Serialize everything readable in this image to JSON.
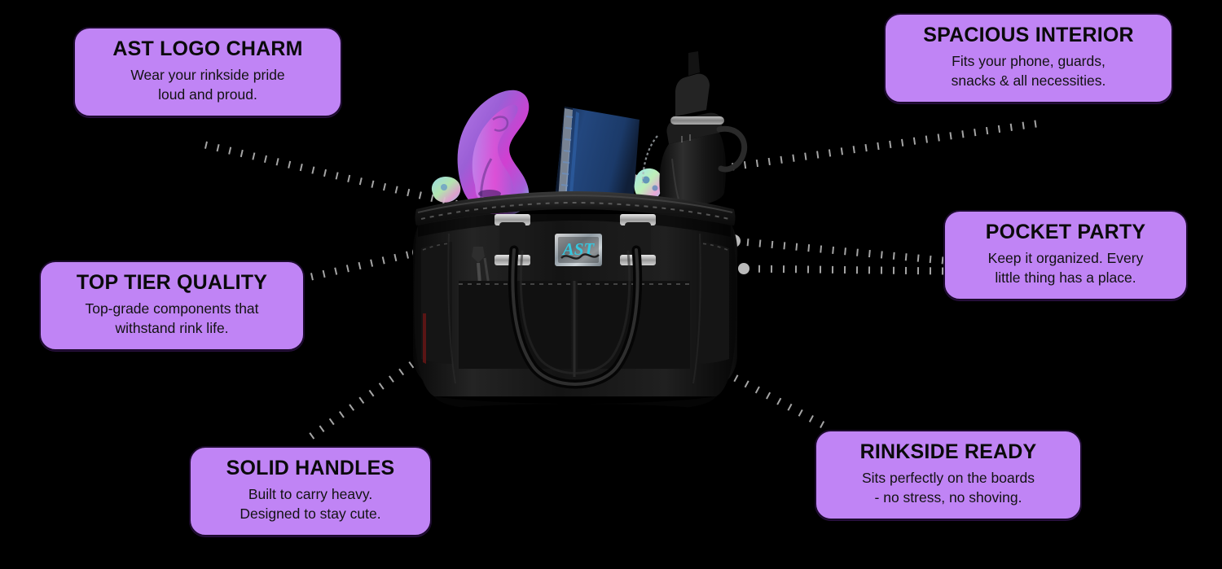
{
  "page": {
    "title": "Skate Bag Feature Infographic",
    "background_color": "#000000",
    "accent_color": "#c084f5",
    "connector_color": "#b3b3b3",
    "text_color": "#0a0a0a"
  },
  "callouts": [
    {
      "id": "ast-logo-charm",
      "title": "AST LOGO CHARM",
      "body_lines": [
        "Wear your rinkside pride",
        "loud and proud."
      ],
      "position": "top-left"
    },
    {
      "id": "spacious-interior",
      "title": "SPACIOUS INTERIOR",
      "body_lines": [
        "Fits your phone, guards,",
        "snacks & all necessities."
      ],
      "position": "top-right"
    },
    {
      "id": "pocket-party",
      "title": "POCKET PARTY",
      "body_lines": [
        "Keep it organized. Every",
        "little thing has a place."
      ],
      "position": "middle-right"
    },
    {
      "id": "top-tier-quality",
      "title": "TOP TIER QUALITY",
      "body_lines": [
        "Top-grade components that",
        "withstand rink life."
      ],
      "position": "middle-left"
    },
    {
      "id": "solid-handles",
      "title": "SOLID HANDLES",
      "body_lines": [
        "Built to carry heavy.",
        "Designed to stay cute."
      ],
      "position": "bottom-left"
    },
    {
      "id": "rinkside-ready",
      "title": "RINKSIDE READY",
      "body_lines": [
        "Sits perfectly on the boards",
        "- no stress, no shoving."
      ],
      "position": "bottom-right"
    }
  ],
  "product": {
    "name": "black skate tote bag",
    "logo_patch_text": "AST",
    "contents": [
      {
        "name": "purple skate guard",
        "color": "#a85ce0"
      },
      {
        "name": "navy blue notebook",
        "color": "#1c3f73"
      },
      {
        "name": "black water bottle",
        "color": "#1a1a1a"
      },
      {
        "name": "holographic sticker",
        "color": "#8fd8e8"
      }
    ]
  }
}
